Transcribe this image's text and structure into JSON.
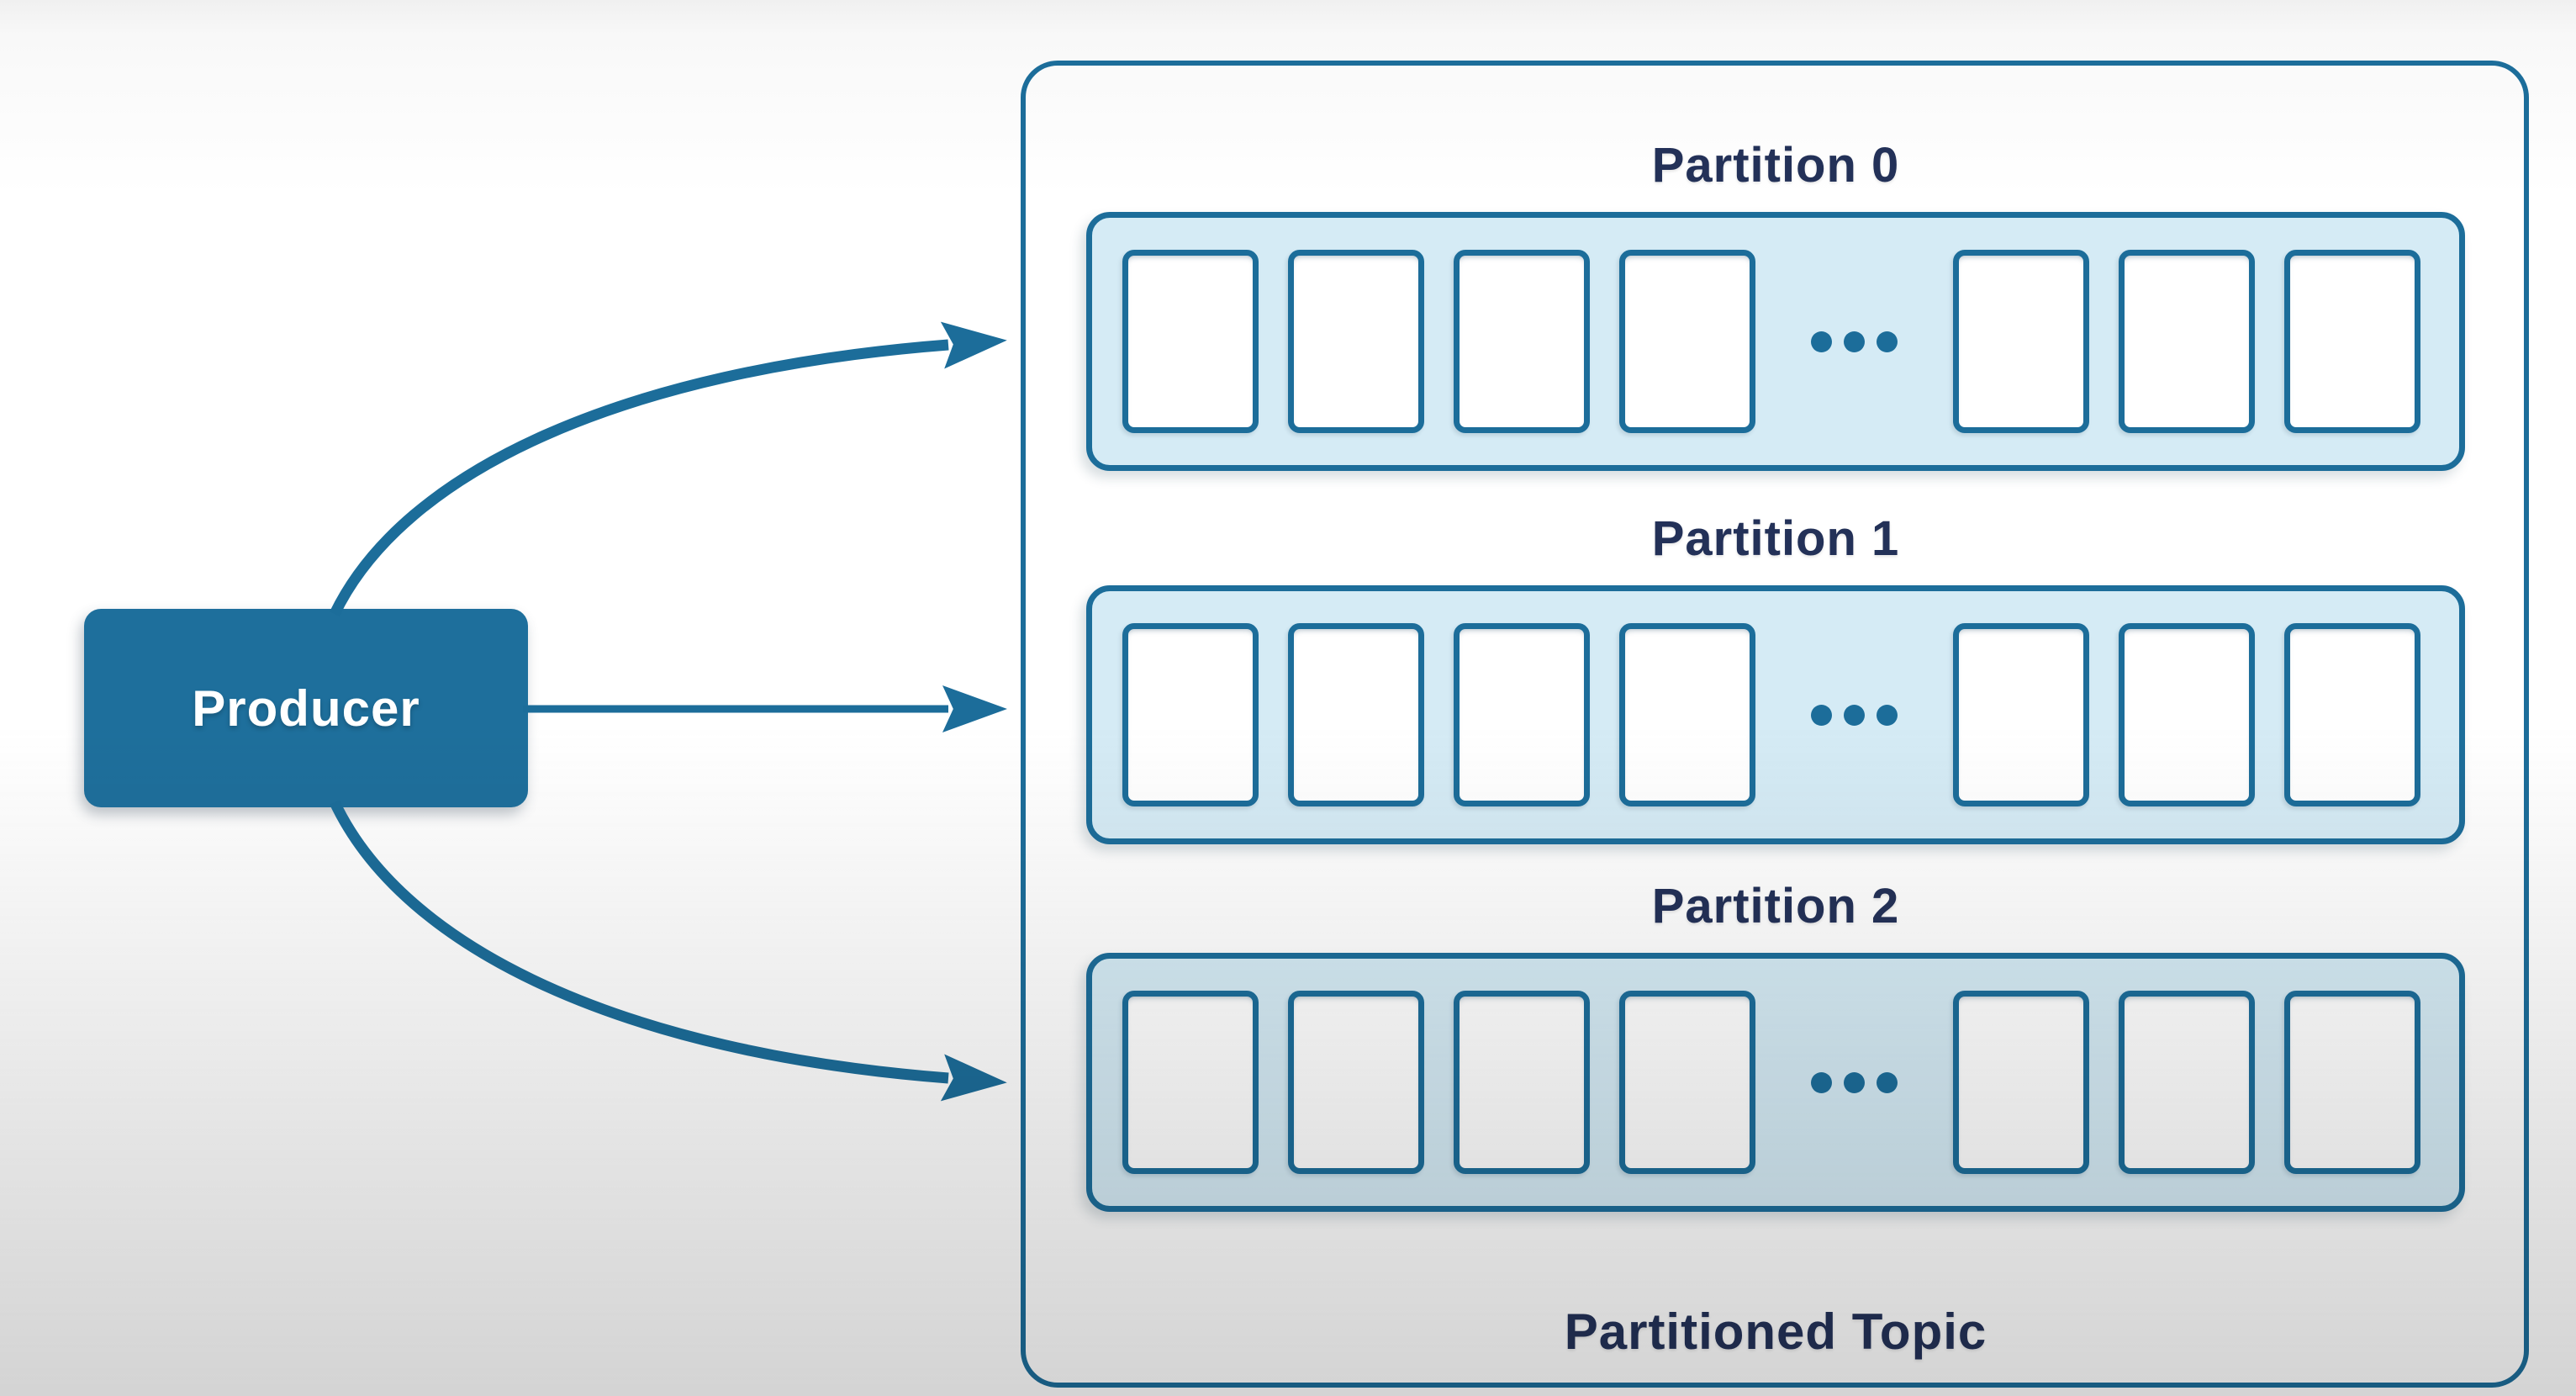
{
  "producer": {
    "label": "Producer"
  },
  "topic": {
    "label": "Partitioned Topic"
  },
  "partitions": [
    {
      "label": "Partition 0"
    },
    {
      "label": "Partition 1"
    },
    {
      "label": "Partition 2"
    }
  ],
  "slots": {
    "visible_before_ellipsis": 4,
    "visible_after_ellipsis": 3
  },
  "arrows": [
    {
      "from": "Producer",
      "to": "Partition 0"
    },
    {
      "from": "Producer",
      "to": "Partition 1"
    },
    {
      "from": "Producer",
      "to": "Partition 2"
    }
  ],
  "colors": {
    "teal": "#1c6d9a",
    "teal_fill": "#1e6f9c",
    "row_fill": "#d5ebf5",
    "navy": "#233158",
    "cell_fill": "#ffffff",
    "bg_top": "#f0f0f0",
    "bg_bottom": "#d6d6d6"
  }
}
